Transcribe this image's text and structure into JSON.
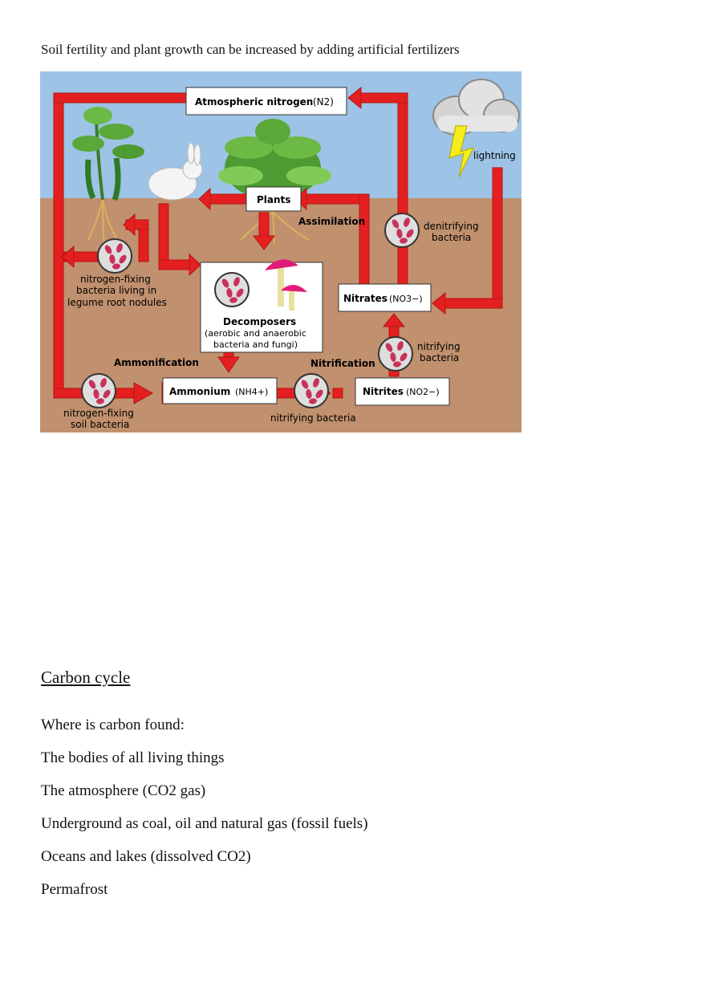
{
  "intro_text": "Soil fertility and plant growth can be increased by adding artificial fertilizers",
  "diagram": {
    "labels": {
      "atmospheric_nitrogen": "Atmospheric nitrogen",
      "atmospheric_nitrogen_formula": "(N2)",
      "lightning": "lightning",
      "plants": "Plants",
      "assimilation": "Assimilation",
      "denitrifying_1": "denitrifying",
      "denitrifying_2": "bacteria",
      "nitrogen_fixing_legume_1": "nitrogen-fixing",
      "nitrogen_fixing_legume_2": "bacteria living in",
      "nitrogen_fixing_legume_3": "legume root nodules",
      "decomposers": "Decomposers",
      "decomposers_sub_1": "(aerobic and anaerobic",
      "decomposers_sub_2": "bacteria and fungi)",
      "nitrates": "Nitrates",
      "nitrates_formula": "(NO3−)",
      "nitrifying_upper_1": "nitrifying",
      "nitrifying_upper_2": "bacteria",
      "ammonification": "Ammonification",
      "nitrification": "Nitrification",
      "ammonium": "Ammonium",
      "ammonium_formula": "(NH4+)",
      "nitrites": "Nitrites",
      "nitrites_formula": "(NO2−)",
      "nitrogen_fixing_soil_1": "nitrogen-fixing",
      "nitrogen_fixing_soil_2": "soil bacteria",
      "nitrifying_lower": "nitrifying bacteria"
    },
    "colors": {
      "sky": "#9dc3e6",
      "soil": "#c1906e",
      "arrow": "#e41f1f",
      "bacteria": "#c8325a",
      "lightning": "#f5ee1c"
    }
  },
  "carbon": {
    "title": "Carbon cycle",
    "lines": [
      "Where is carbon found:",
      "The bodies of all living things",
      "The atmosphere (CO2 gas)",
      "Underground as coal, oil and natural gas (fossil fuels)",
      "Oceans and lakes (dissolved CO2)",
      "Permafrost"
    ]
  }
}
